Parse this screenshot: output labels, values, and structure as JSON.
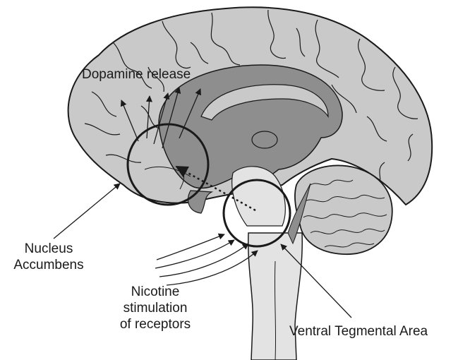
{
  "labels": {
    "dopamine_release": "Dopamine release",
    "nucleus_accumbens": [
      "Nucleus",
      "Accumbens"
    ],
    "nicotine": [
      "Nicotine",
      "stimulation",
      "of receptors"
    ],
    "vta": "Ventral Tegmental Area"
  },
  "colors": {
    "cortex": "#c9c9c9",
    "deep": "#8e8e8e",
    "brainstem": "#e3e3e3",
    "outline": "#1a1a1a"
  }
}
